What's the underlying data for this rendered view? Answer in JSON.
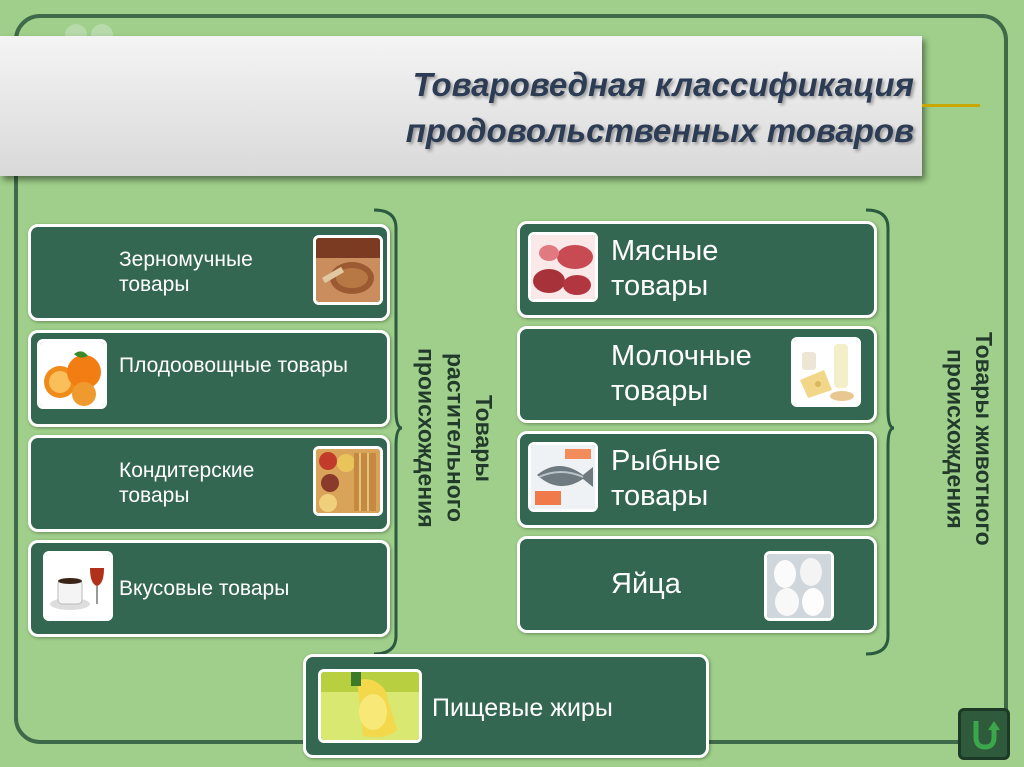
{
  "title_line1": "Товароведная классификация",
  "title_line2": "продовольственных товаров",
  "plant": {
    "group_label": "Товары растительного происхождения",
    "items": [
      {
        "label": "Зерномучные товары",
        "image": "grain-image"
      },
      {
        "label": "Плодоовощные товары",
        "image": "oranges-image"
      },
      {
        "label": "Кондитерские товары",
        "image": "confectionery-image"
      },
      {
        "label": "Вкусовые товары",
        "image": "coffee-wine-image"
      }
    ]
  },
  "animal": {
    "group_label": "Товары животного происхождения",
    "items": [
      {
        "label": "Мясные товары",
        "image": "meat-image"
      },
      {
        "label": "Молочные товары",
        "image": "dairy-image"
      },
      {
        "label": "Рыбные товары",
        "image": "fish-image"
      },
      {
        "label": "Яйца",
        "image": "eggs-image"
      }
    ]
  },
  "fats": {
    "label": "Пищевые жиры",
    "image": "oil-image"
  },
  "colors": {
    "card": "#346752",
    "background": "#9fcf8a",
    "title": "#2c3c54",
    "frame": "#3e6a4a"
  },
  "nav": {
    "icon": "return-arrow-icon"
  }
}
